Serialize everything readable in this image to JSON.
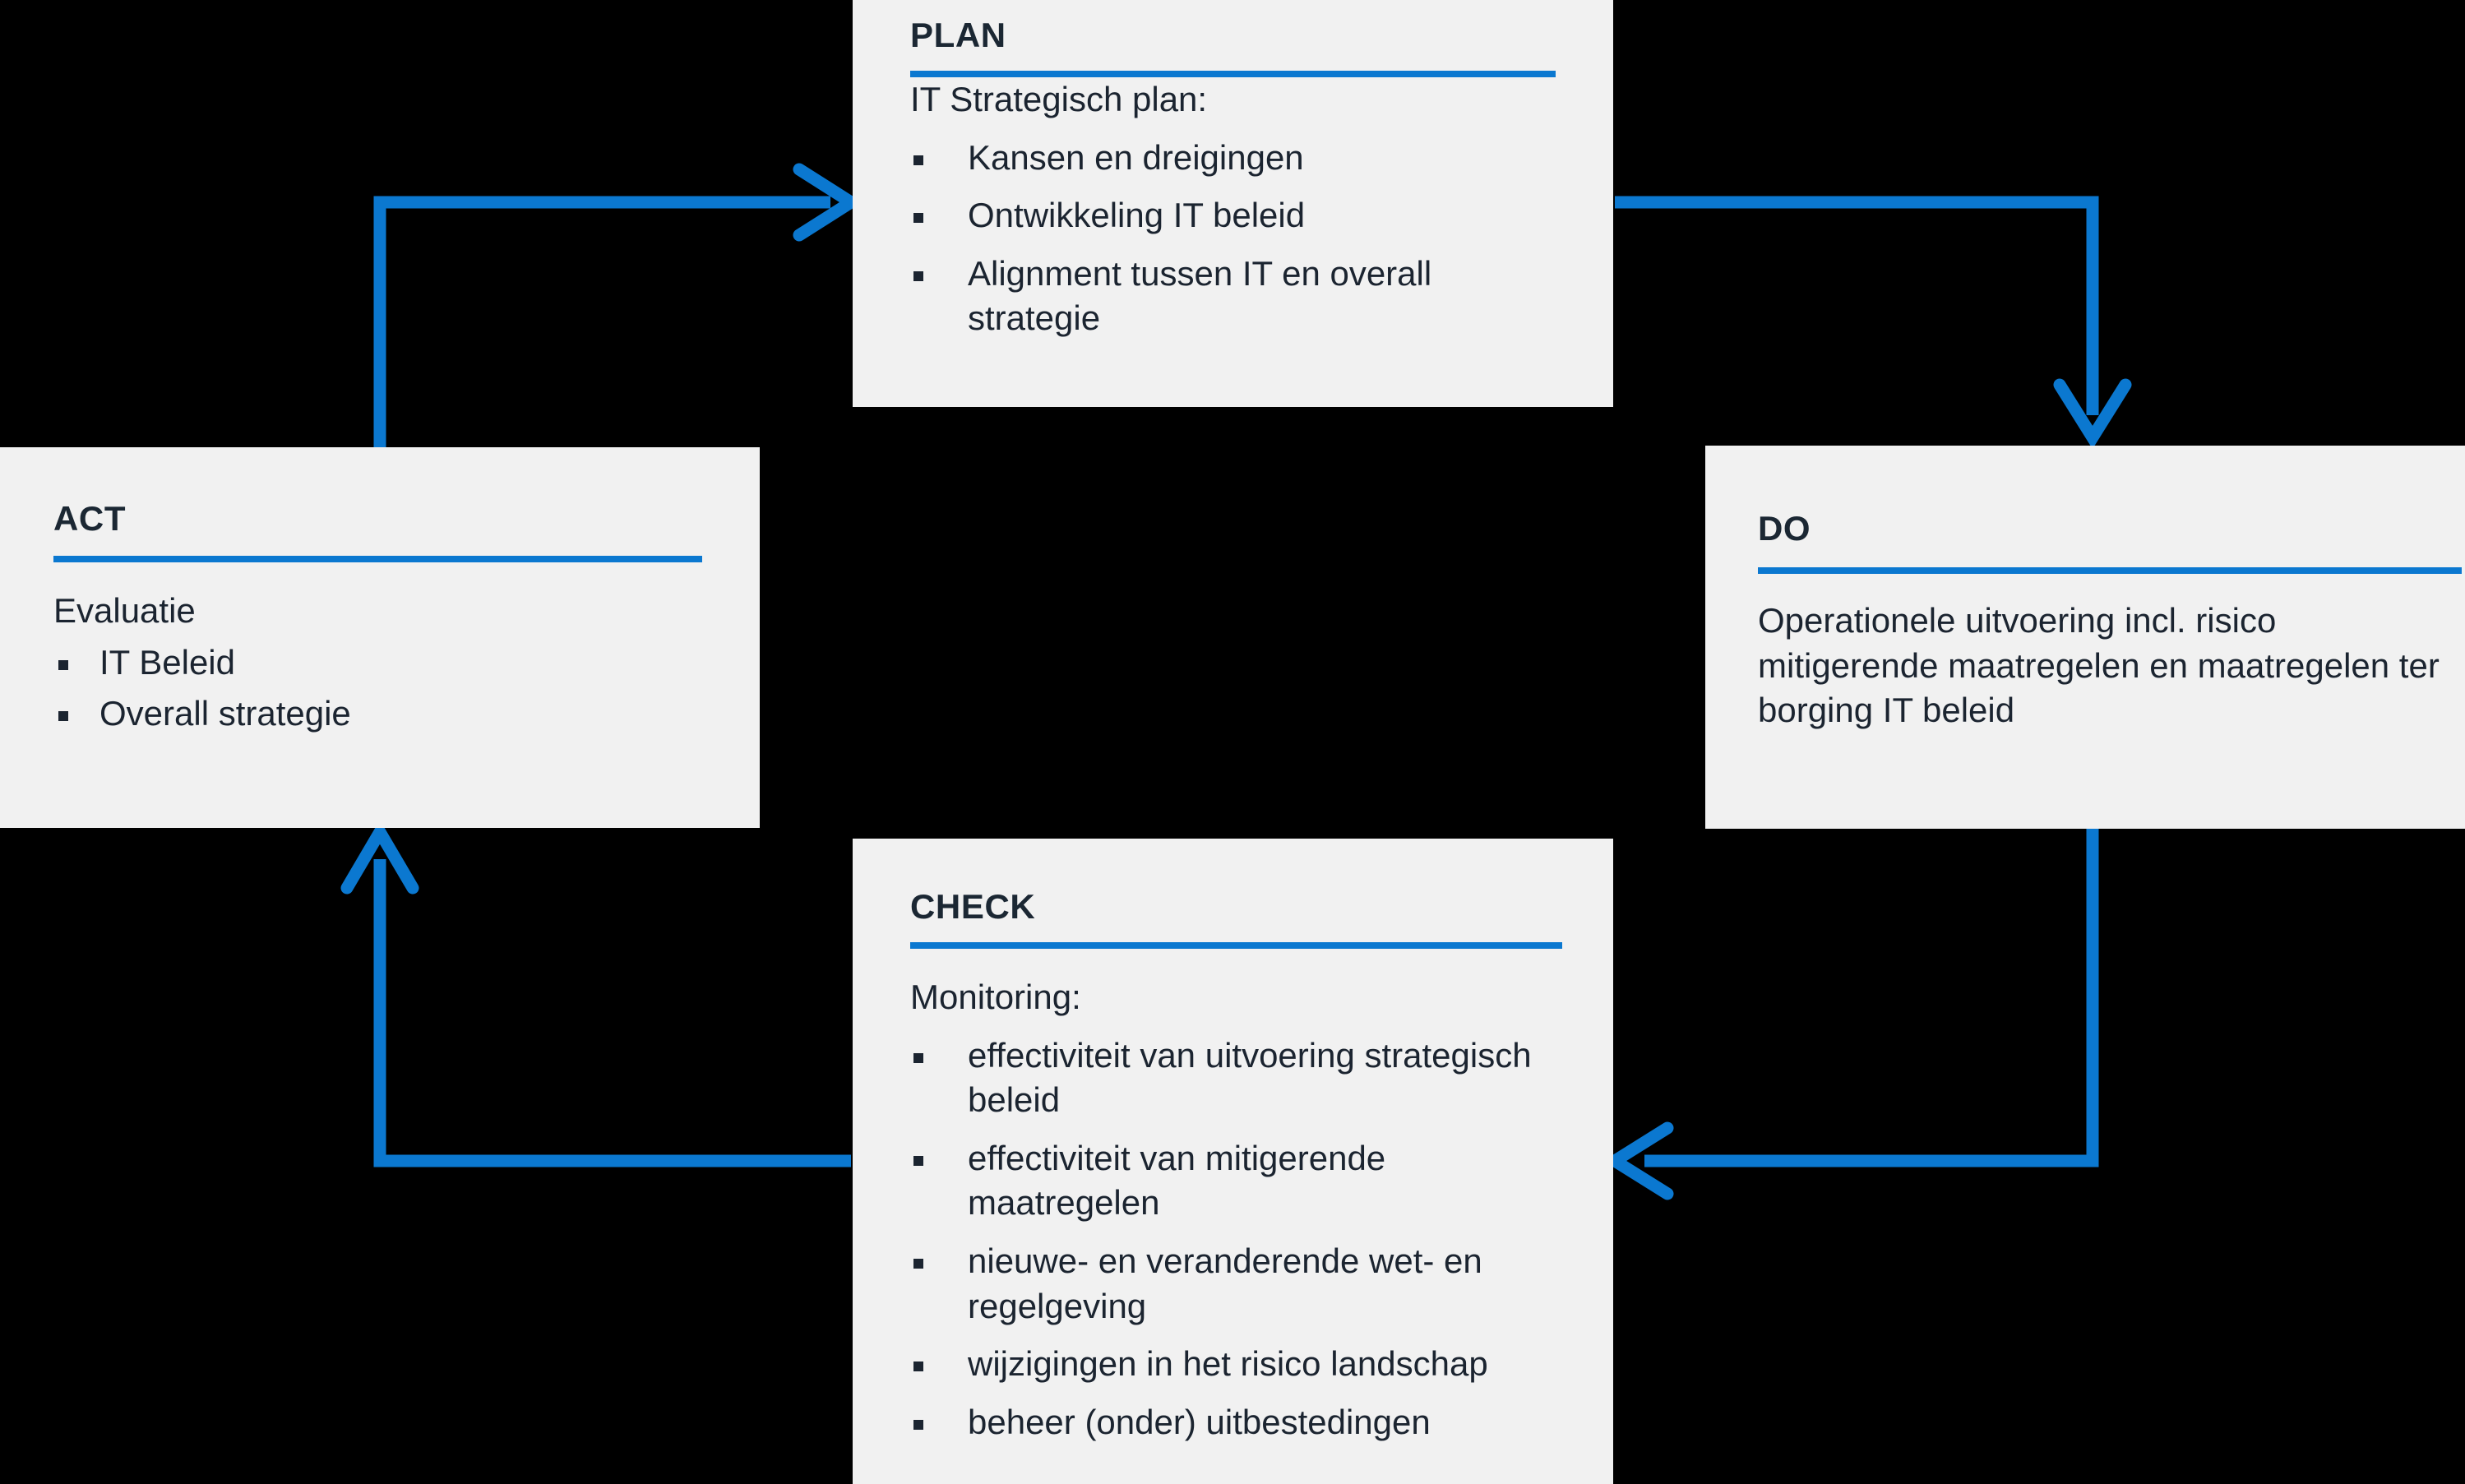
{
  "diagram": {
    "title": "PDCA cyclus IT",
    "accent_color": "#0b78d0",
    "card_background": "#f1f1f1",
    "page_background": "#000000",
    "text_color": "#1b2430",
    "bullet_glyph": "square"
  },
  "cards": {
    "plan": {
      "title": "PLAN",
      "lead": "IT Strategisch plan:",
      "bullets": [
        "Kansen en dreigingen",
        "Ontwikkeling IT beleid",
        "Alignment tussen IT en overall strategie"
      ]
    },
    "act": {
      "title": "ACT",
      "lead": "Evaluatie",
      "bullets": [
        "IT Beleid",
        "Overall strategie"
      ]
    },
    "do": {
      "title": "DO",
      "body": "Operationele uitvoering incl. risico mitigerende maatregelen en maatregelen ter borging IT beleid"
    },
    "check": {
      "title": "CHECK",
      "lead": "Monitoring:",
      "bullets": [
        "effectiviteit van uitvoering strategisch beleid",
        "effectiviteit van mitigerende maatregelen",
        "nieuwe- en veranderende wet- en regelgeving",
        "wijzigingen in het risico landschap",
        "beheer (onder) uitbestedingen"
      ]
    }
  },
  "arrows": [
    {
      "name": "act-to-plan",
      "from": "ACT",
      "to": "PLAN"
    },
    {
      "name": "plan-to-do",
      "from": "PLAN",
      "to": "DO"
    },
    {
      "name": "do-to-check",
      "from": "DO",
      "to": "CHECK"
    },
    {
      "name": "check-to-act",
      "from": "CHECK",
      "to": "ACT"
    }
  ]
}
